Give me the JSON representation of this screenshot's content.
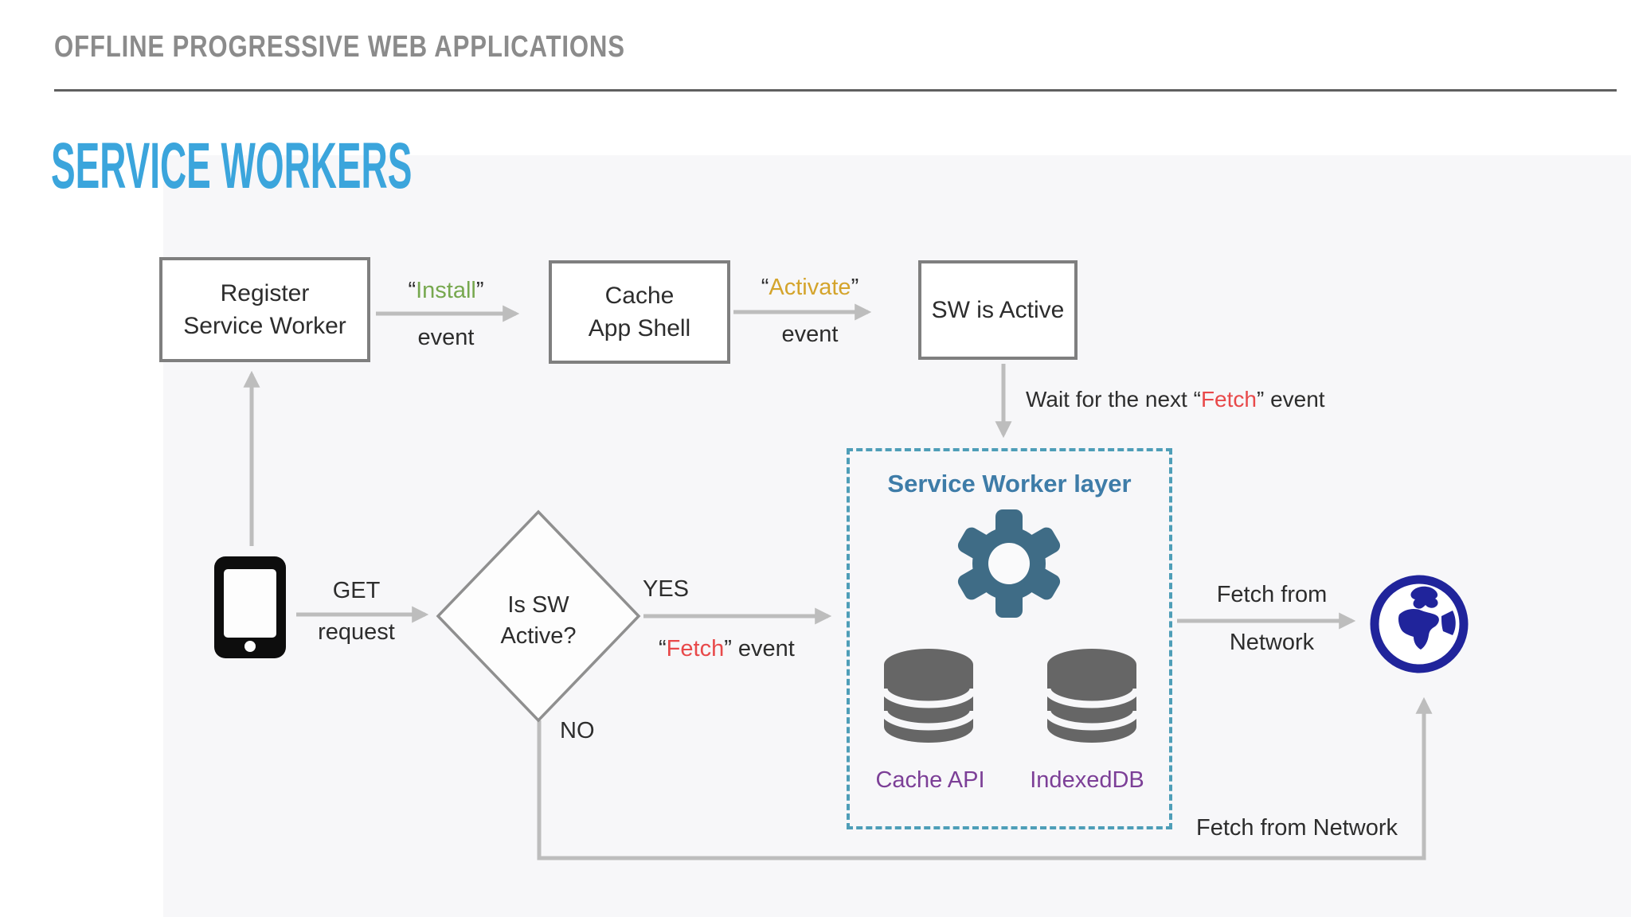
{
  "eyebrow": "OFFLINE PROGRESSIVE WEB APPLICATIONS",
  "title": "SERVICE WORKERS",
  "boxes": {
    "register": {
      "line1": "Register",
      "line2": "Service Worker"
    },
    "cache": {
      "line1": "Cache",
      "line2": "App Shell"
    },
    "active": {
      "label": "SW is Active"
    }
  },
  "diamond": {
    "line1": "Is SW",
    "line2": "Active?"
  },
  "edges": {
    "install": {
      "pre": "“",
      "word": "Install",
      "post": "”",
      "below": "event"
    },
    "activate": {
      "pre": "“",
      "word": "Activate",
      "post": "”",
      "below": "event"
    },
    "wait": {
      "pre": "Wait for the next “",
      "word": "Fetch",
      "post": "” event"
    },
    "get": {
      "line1": "GET",
      "line2": "request"
    },
    "yes": "YES",
    "no": "NO",
    "fetch_event": {
      "pre": "“",
      "word": "Fetch",
      "post": "” event"
    },
    "fetch_right": {
      "line1": "Fetch from",
      "line2": "Network"
    },
    "fetch_bottom": "Fetch from Network"
  },
  "sw_layer": {
    "title": "Service Worker layer",
    "cache_api": "Cache API",
    "indexeddb": "IndexedDB"
  },
  "icons": {
    "client": "smartphone-icon",
    "worker": "gear-icon",
    "cache_storage": "database-icon",
    "indexeddb_storage": "database-icon",
    "network": "globe-icon"
  },
  "colors": {
    "title_blue": "#3BA5DC",
    "eyebrow_gray": "#8B8B8B",
    "rule_gray": "#5F5F5F",
    "ink": "#2D2D2D",
    "green": "#77A84F",
    "gold": "#D4A42C",
    "red": "#E8494A",
    "purple": "#7C3F97",
    "dash_teal": "#4E9EB8",
    "layer_blue": "#3E7CA8",
    "gear_blue": "#3F6C86",
    "db_gray": "#666666",
    "globe_navy": "#20249B",
    "arrow_gray": "#BDBDBD",
    "box_border": "#7F7F7F",
    "diamond_border": "#8F8F8F"
  }
}
